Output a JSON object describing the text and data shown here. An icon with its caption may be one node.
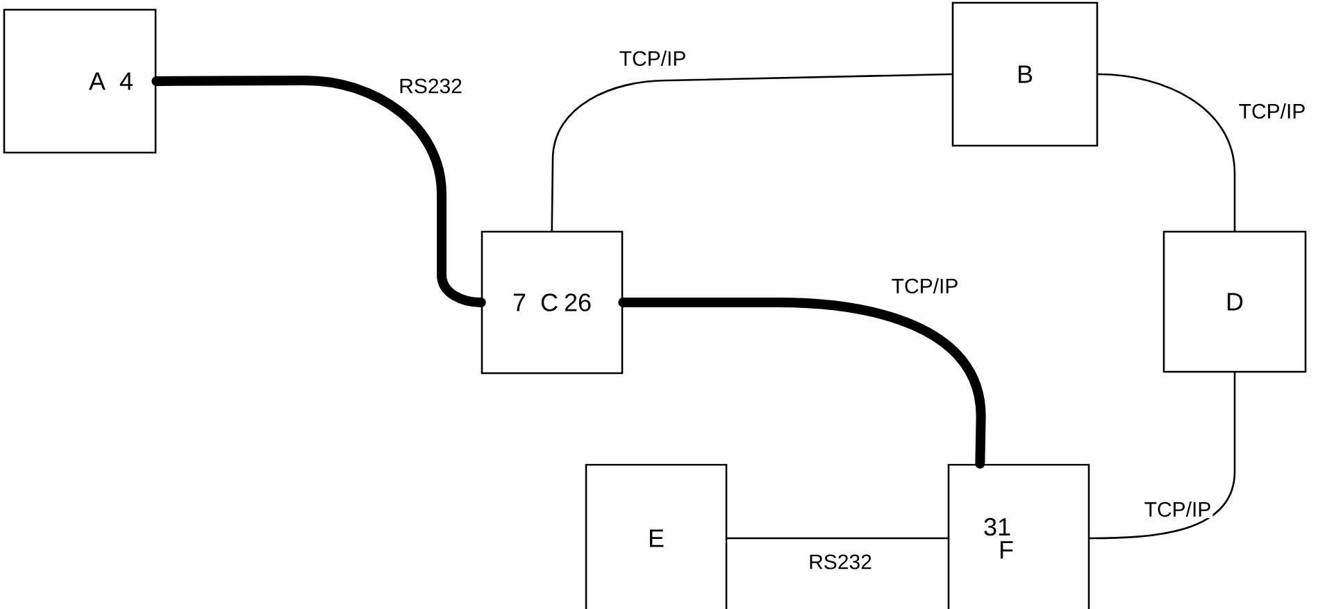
{
  "diagram": {
    "nodes": [
      {
        "text": [
          "A",
          "4"
        ]
      },
      {
        "text": [
          "B"
        ]
      },
      {
        "text": [
          "7",
          "C",
          "26"
        ]
      },
      {
        "text": [
          "D"
        ]
      },
      {
        "text": [
          "E"
        ]
      },
      {
        "text": [
          "31",
          "F"
        ]
      }
    ],
    "edges": [
      {
        "from": 0,
        "to": 2,
        "arrow": "none",
        "label": "RS232",
        "style": "thick"
      },
      {
        "from": 2,
        "to": 1,
        "arrow": "none",
        "label": "TCP/IP"
      },
      {
        "from": 1,
        "to": 3,
        "arrow": "none",
        "label": "TCP/IP"
      },
      {
        "from": 2,
        "to": 5,
        "arrow": "none",
        "label": "TCP/IP",
        "style": "thick"
      },
      {
        "from": 3,
        "to": 5,
        "arrow": "none",
        "label": "TCP/IP"
      },
      {
        "from": 4,
        "to": 5,
        "arrow": "none",
        "label": "RS232"
      }
    ]
  }
}
